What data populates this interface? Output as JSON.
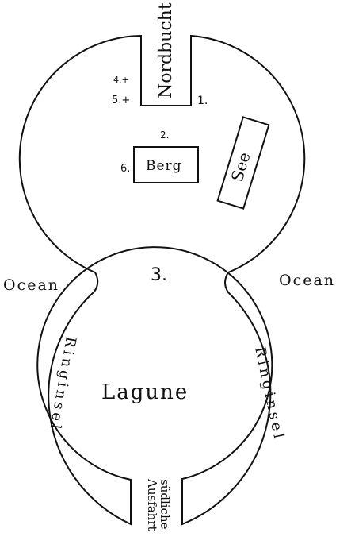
{
  "labels": {
    "nordbucht": "Nordbucht",
    "see": "See",
    "berg": "Berg",
    "ocean_left": "Ocean",
    "ocean_right": "Ocean",
    "lagune": "Lagune",
    "ringinsel_left": "Ringinsel",
    "ringinsel_right": "Ringinsel",
    "suedliche": "südliche",
    "ausfahrt": "Ausfahrt",
    "num_1": "1.",
    "num_2": "2.",
    "num_3": "3.",
    "num_4": "4.+",
    "num_5": "5.+",
    "num_6": "6."
  },
  "colors": {
    "ink": "#111111",
    "paper": "#ffffff"
  }
}
